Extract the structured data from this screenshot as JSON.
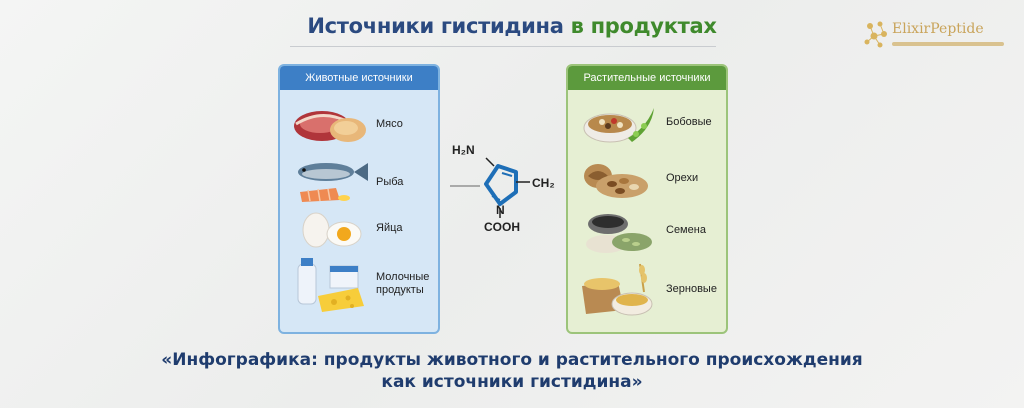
{
  "title": {
    "main": "Источники гистидина",
    "accent": "в продуктах"
  },
  "brand": {
    "name": "ElixirPeptide"
  },
  "animal_panel": {
    "header": "Животные источники",
    "items": [
      {
        "label": "Мясо",
        "icon": "meat-icon"
      },
      {
        "label": "Рыба",
        "icon": "fish-icon"
      },
      {
        "label": "Яйца",
        "icon": "eggs-icon"
      },
      {
        "label": "Молочные продукты",
        "icon": "dairy-icon"
      }
    ]
  },
  "plant_panel": {
    "header": "Растительные источники",
    "items": [
      {
        "label": "Бобовые",
        "icon": "legumes-icon"
      },
      {
        "label": "Орехи",
        "icon": "nuts-icon"
      },
      {
        "label": "Семена",
        "icon": "seeds-icon"
      },
      {
        "label": "Зерновые",
        "icon": "grains-icon"
      }
    ]
  },
  "molecule": {
    "amino": "H₂N",
    "methylene": "CH₂",
    "nitrogen": "N",
    "carboxyl": "COOH"
  },
  "caption": {
    "line1": "«Инфографика: продукты животного и растительного происхождения",
    "line2": "как источники гистидина»"
  },
  "colors": {
    "title_blue": "#2b4a80",
    "title_green": "#3f8a2c",
    "animal_header": "#3d7fc6",
    "plant_header": "#5c9a3d",
    "caption": "#1f3c6e"
  }
}
